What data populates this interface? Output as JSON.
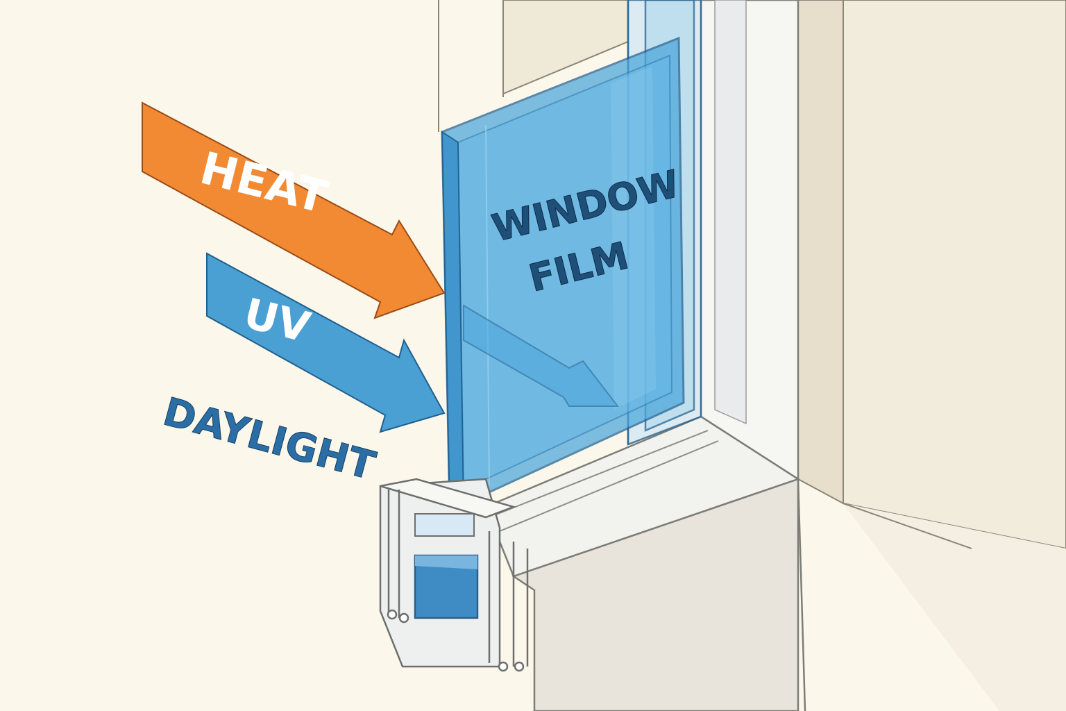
{
  "labels": {
    "heat": "HEAT",
    "uv": "UV",
    "daylight": "DAYLIGHT",
    "film_line1": "WINDOW",
    "film_line2": "FILM"
  },
  "colors": {
    "background": "#fbf7ea",
    "heat_arrow": "#f28a33",
    "uv_arrow": "#4a9fd3",
    "daylight_text": "#2b6ea6",
    "film": "#4aa6dc",
    "film_text": "#1e4f78",
    "frame": "#f6f6f2",
    "wall": "#ece5d3"
  },
  "icons": {
    "heat_arrow": "heat-arrow-icon",
    "uv_arrow": "uv-arrow-icon"
  }
}
